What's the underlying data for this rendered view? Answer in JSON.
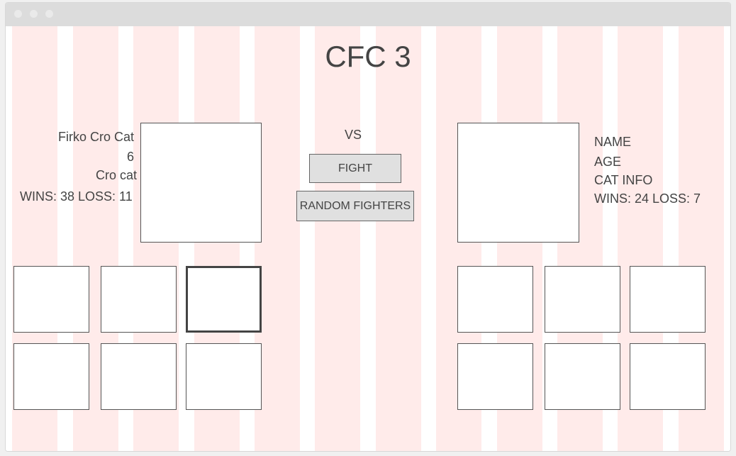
{
  "page": {
    "title": "CFC 3"
  },
  "left_fighter": {
    "name": "Firko Cro Cat",
    "age": "6",
    "info": "Cro cat",
    "record": "WINS: 38 LOSS: 11"
  },
  "right_fighter": {
    "name": "NAME",
    "age": "AGE",
    "info": "CAT INFO",
    "record": "WINS: 24 LOSS: 7"
  },
  "center": {
    "vs_label": "VS",
    "fight_label": "FIGHT",
    "random_label": "RANDOM FIGHTERS"
  },
  "left_roster": {
    "selected_index": 2,
    "count": 6
  },
  "right_roster": {
    "count": 6
  }
}
